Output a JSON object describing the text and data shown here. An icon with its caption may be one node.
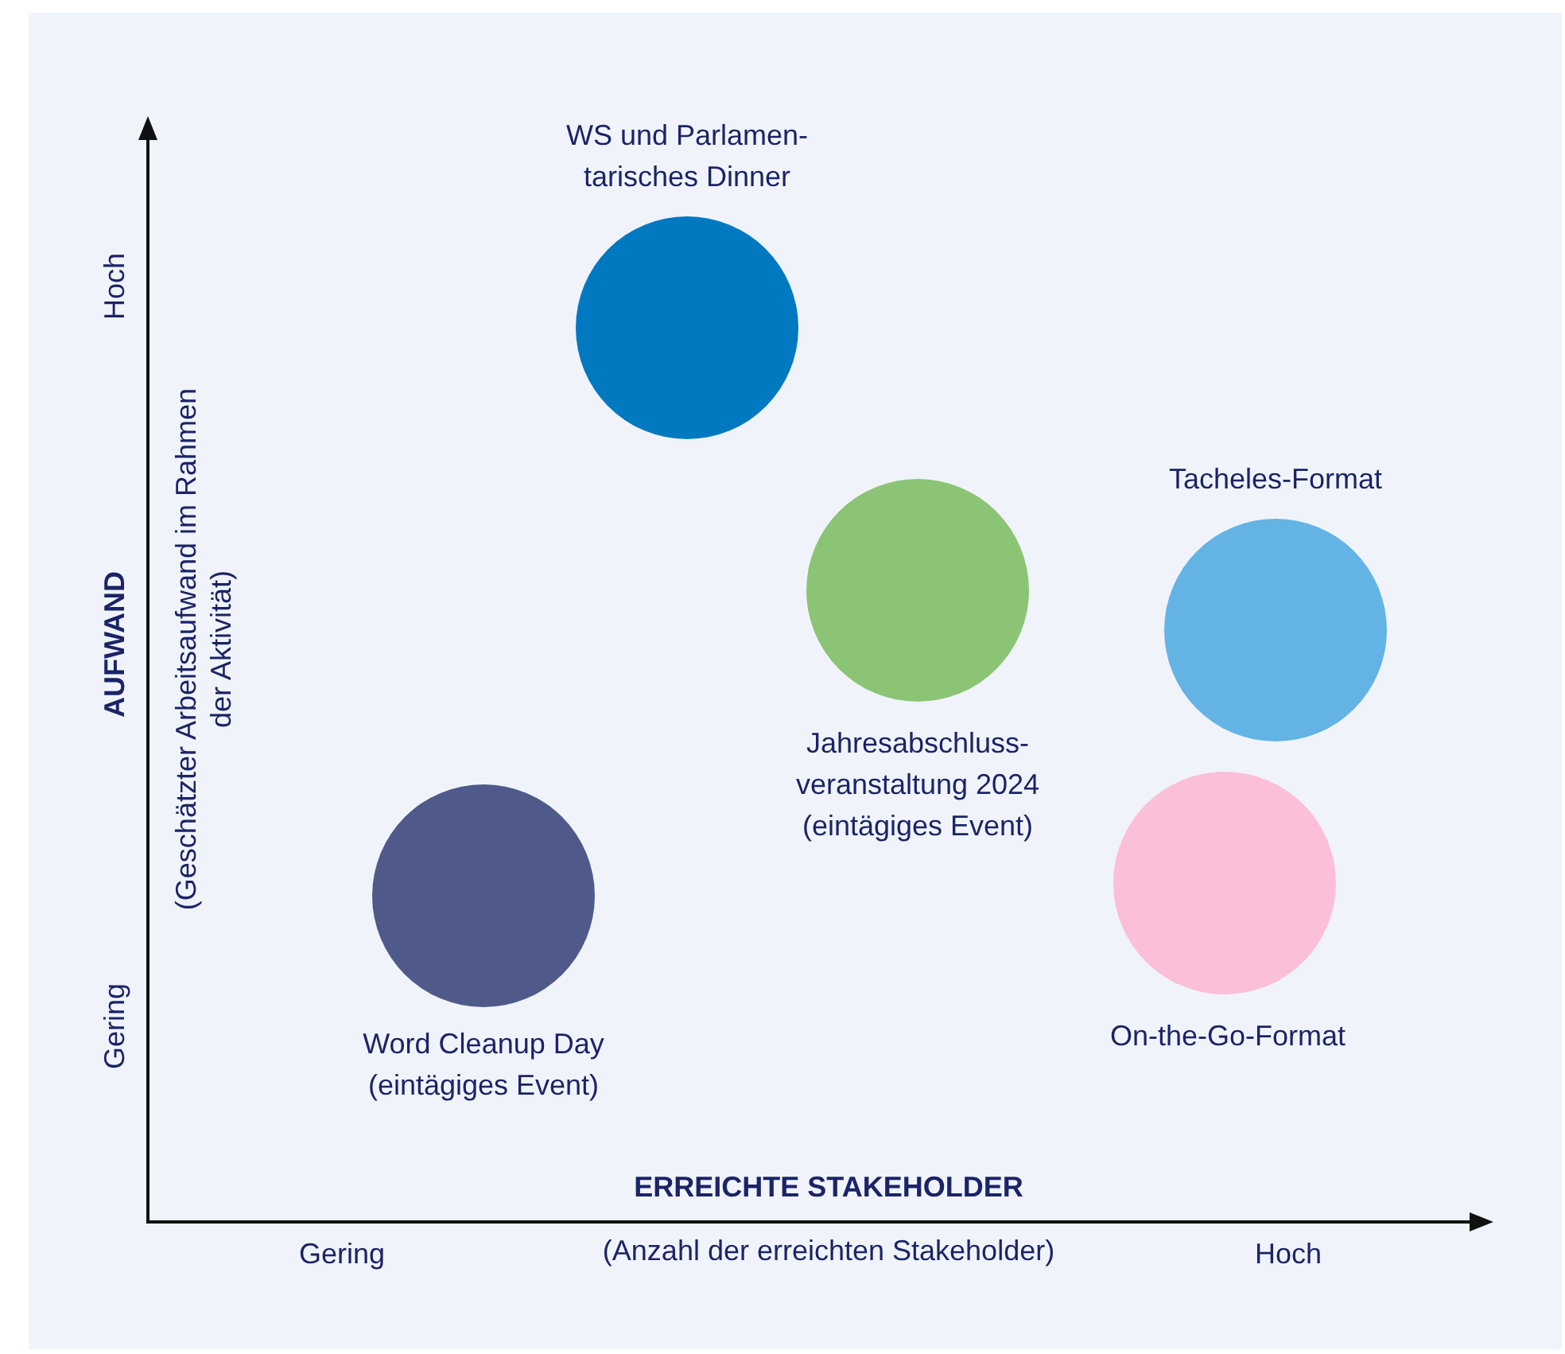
{
  "diagram": {
    "nodes": [
      {
        "text": [],
        "shape": "circle",
        "beside": [
          "WS und Parlamen- tarisches Dinner"
        ]
      },
      {
        "text": [],
        "shape": "circle",
        "beside": [
          "Tacheles-Format"
        ]
      },
      {
        "text": [],
        "shape": "circle",
        "beside": [
          "Jahresabschluss- veranstaltung 2024 (eintägiges Event)"
        ]
      },
      {
        "text": [],
        "shape": "circle",
        "beside": [
          "On-the-Go-Format"
        ]
      },
      {
        "text": [],
        "shape": "circle",
        "beside": [
          "Word Cleanup Day (eintägiges Event)"
        ]
      }
    ],
    "labels": [
      "Hoch",
      "AUFWAND",
      "(Geschätzter Arbeitsaufwand im Rahmen der Aktivität)",
      "Gering",
      "ERREICHTE STAKEHOLDER",
      "Gering",
      "(Anzahl der erreichten Stakeholder)",
      "Hoch"
    ]
  }
}
